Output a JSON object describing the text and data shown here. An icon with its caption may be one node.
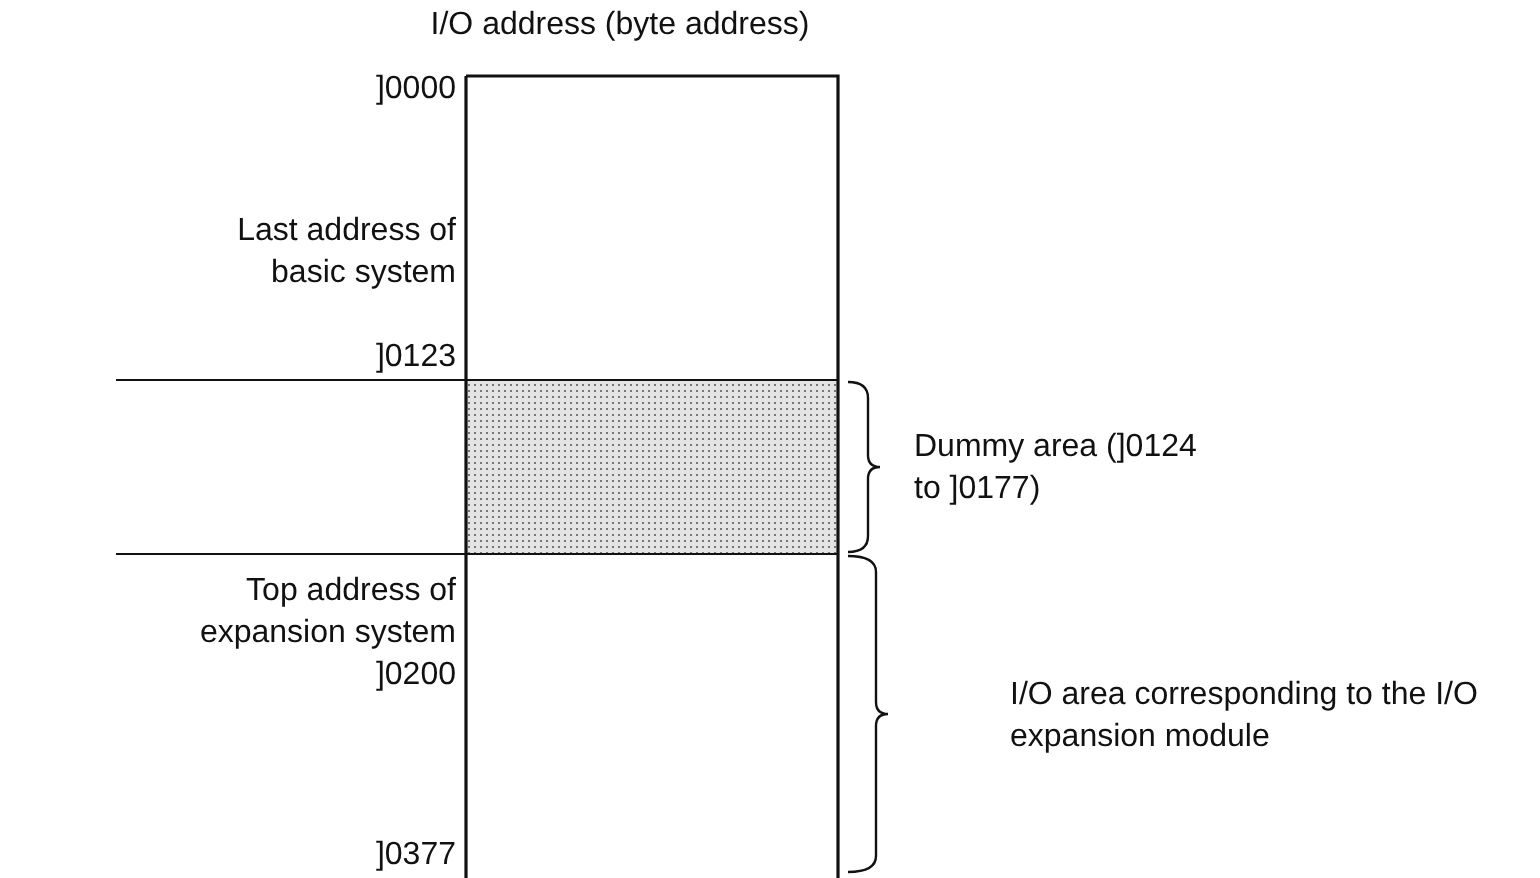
{
  "diagram": {
    "title": "I/O address (byte address)",
    "labels": [
      "]0000",
      "Last address of basic system",
      "]0123",
      "Dummy area (]0124 to ]0177)",
      "Top address of expansion system",
      "]0200",
      "I/O area corresponding to the I/O expansion module",
      "]0377"
    ]
  }
}
